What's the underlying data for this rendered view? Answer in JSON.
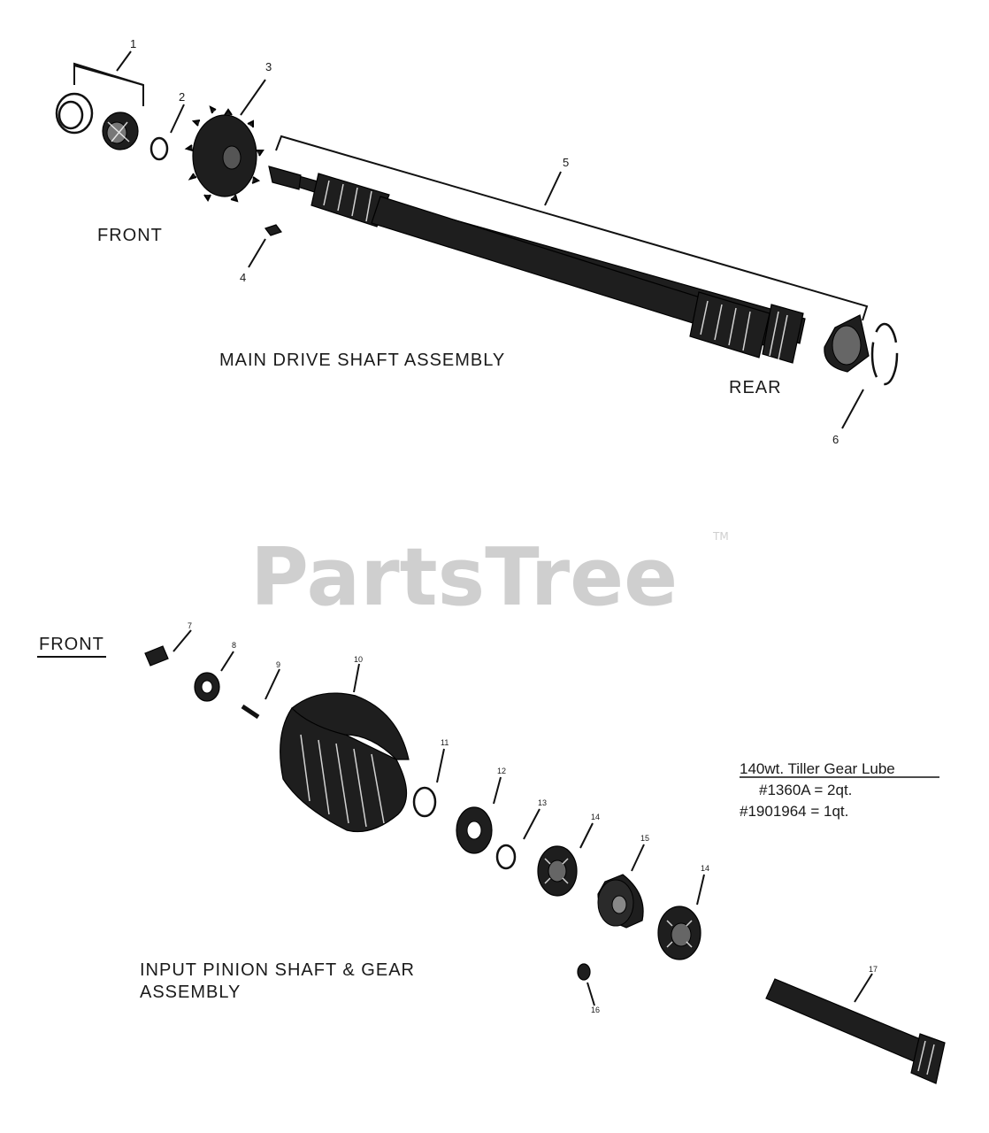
{
  "watermark": {
    "text": "PartsTree",
    "tm": "TM"
  },
  "main_assembly": {
    "title": "MAIN DRIVE SHAFT ASSEMBLY",
    "front_label": "FRONT",
    "rear_label": "REAR",
    "callouts": [
      "1",
      "2",
      "3",
      "4",
      "5",
      "6"
    ]
  },
  "pinion_assembly": {
    "title_line1": "INPUT PINION SHAFT & GEAR",
    "title_line2": "ASSEMBLY",
    "front_label": "FRONT",
    "callouts": [
      "7",
      "8",
      "9",
      "10",
      "11",
      "12",
      "13",
      "14",
      "15",
      "14",
      "16",
      "17"
    ]
  },
  "lube_note": {
    "heading": "140wt. Tiller Gear Lube",
    "line1": "#1360A = 2qt.",
    "line2": "#1901964 = 1qt."
  }
}
